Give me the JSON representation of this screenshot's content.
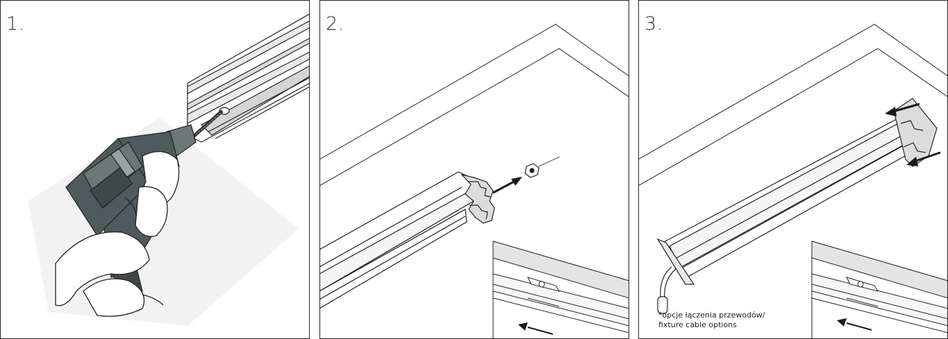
{
  "panels": [
    {
      "step_label": "1."
    },
    {
      "step_label": "2."
    },
    {
      "step_label": "3.",
      "note": "*opcje łączenia przewodów/\nfixture cable options"
    }
  ],
  "colors": {
    "outline": "#222222",
    "drill_dark": "#4f5a5c",
    "drill_mid": "#6c7778",
    "drill_light": "#9aa3a4",
    "ceiling_band": "#e8e8e8",
    "arrow": "#1a1a1a"
  }
}
